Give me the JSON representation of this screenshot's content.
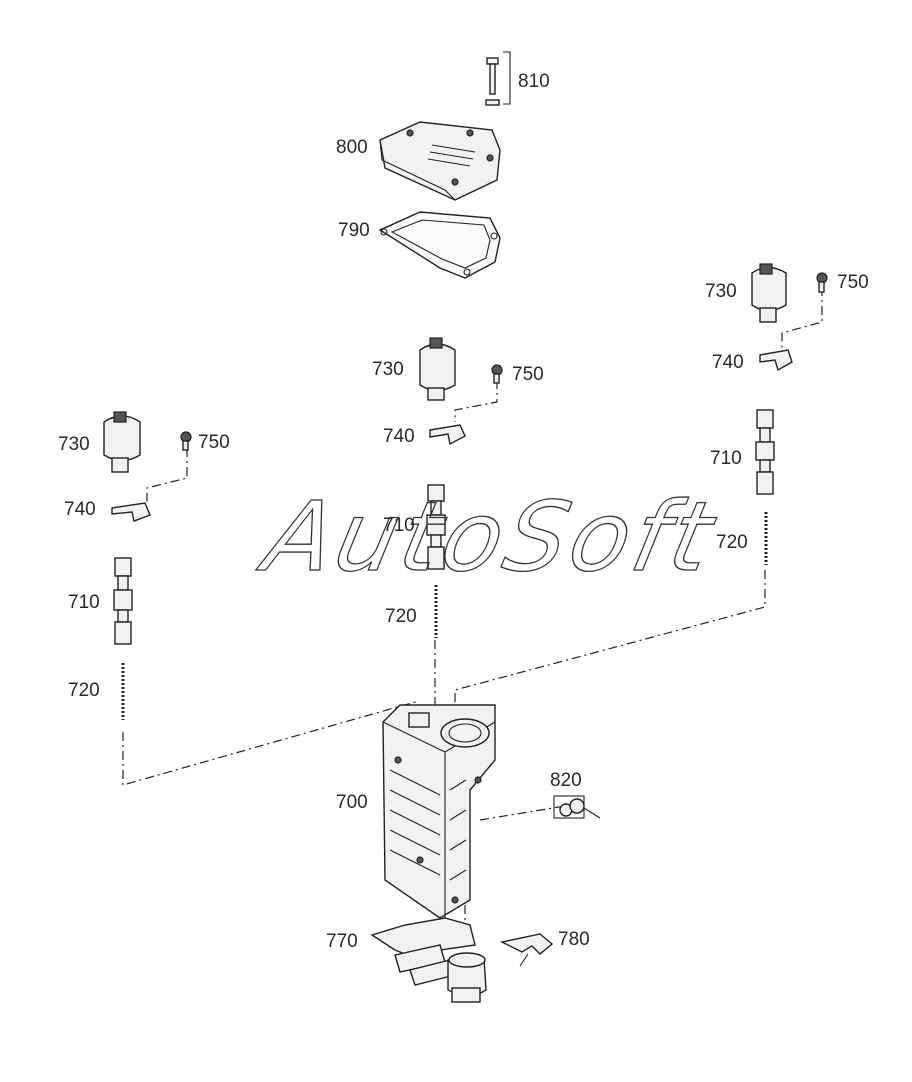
{
  "watermark": "AutoSoft",
  "labels": {
    "l810": "810",
    "l800": "800",
    "l790": "790",
    "l730_right": "730",
    "l750_right": "750",
    "l740_right": "740",
    "l710_right": "710",
    "l720_right": "720",
    "l730_center": "730",
    "l750_center": "750",
    "l740_center": "740",
    "l710_center": "710",
    "l720_center": "720",
    "l730_left": "730",
    "l750_left": "750",
    "l740_left": "740",
    "l710_left": "710",
    "l720_left": "720",
    "l700": "700",
    "l820": "820",
    "l770": "770",
    "l780": "780"
  }
}
